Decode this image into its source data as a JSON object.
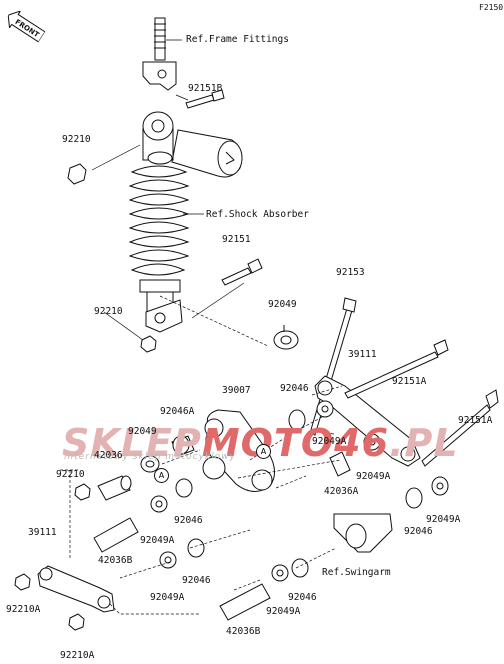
{
  "figure_code": "F2150",
  "front_arrow": "FRONT",
  "watermark": {
    "part1": "SKLEP",
    "part2": "MOTO46",
    "suffix": ".PL",
    "subtitle": "internetowy sklep motocyklowy"
  },
  "callouts": {
    "a": "A"
  },
  "refs": {
    "frame_fittings": "Ref.Frame Fittings",
    "shock_absorber": "Ref.Shock Absorber",
    "swingarm": "Ref.Swingarm"
  },
  "parts": {
    "p92151B": "92151B",
    "p92210_top": "92210",
    "p92151_mid": "92151",
    "p92210_low": "92210",
    "p92153": "92153",
    "p92049_top": "92049",
    "p39111_right": "39111",
    "p92151A_1": "92151A",
    "p92151A_2": "92151A",
    "p39007": "39007",
    "p92046A": "92046A",
    "p92046_r1": "92046",
    "p92049A_r1": "92049A",
    "p92049_left": "92049",
    "p42036": "42036",
    "p92210_left": "92210",
    "p92049A_r2": "92049A",
    "p42036A": "42036A",
    "p92046_c1": "92046",
    "p92049A_r3": "92049A",
    "p92046_r2": "92046",
    "p39111_left": "39111",
    "p42036B_1": "42036B",
    "p92049A_c1": "92049A",
    "p92046_c2": "92046",
    "p92049A_c2": "92049A",
    "p92210A_1": "92210A",
    "p92046_c3": "92046",
    "p92049A_c3": "92049A",
    "p42036B_2": "42036B",
    "p92210A_2": "92210A"
  }
}
